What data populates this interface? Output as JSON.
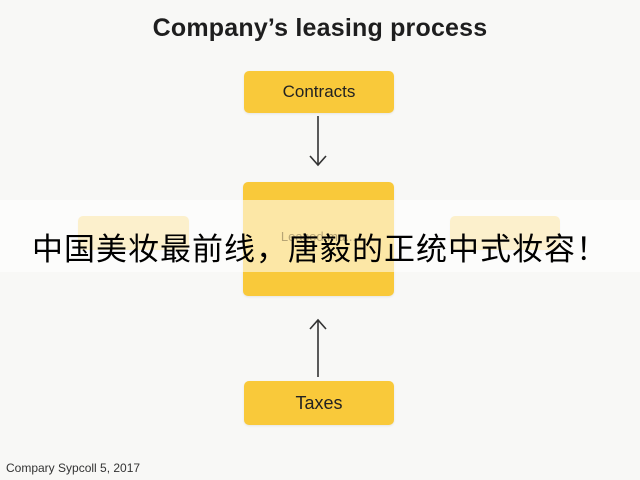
{
  "diagram": {
    "title": "Company’s leasing process",
    "nodes": {
      "contracts": "Contracts",
      "taxes": "Taxes",
      "center_label": "Leased ma..."
    },
    "overlay_caption": "中国美妆最前线，唐毅的正统中式妆容！",
    "footer": "Compary Sypcoll 5, 2017"
  },
  "colors": {
    "node_fill": "#f9c93a",
    "arrow": "#333333",
    "background": "#f8f8f6"
  }
}
